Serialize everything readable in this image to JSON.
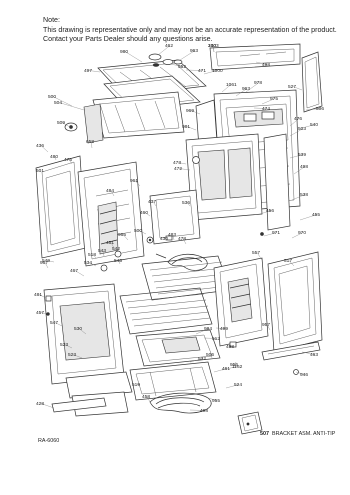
{
  "note": {
    "heading": "Note:",
    "line1": "This drawing is representative only and may not be an accurate representation of the product.",
    "line2": "Contact your Parts Dealer should any questions arise."
  },
  "footer": {
    "code": "RA-6060",
    "callout_number": "507",
    "callout_text": "BRACKET ASM. ANTI-TIP"
  },
  "part_labels": [
    "240",
    "462",
    "963",
    "980",
    "497",
    "552",
    "471",
    "1000",
    "498",
    "1061",
    "978",
    "500",
    "504",
    "963",
    "474",
    "975",
    "527",
    "981",
    "969",
    "506",
    "509",
    "476",
    "503",
    "540",
    "658",
    "473",
    "436",
    "480",
    "475",
    "501",
    "539",
    "472",
    "961",
    "498",
    "484",
    "437",
    "536",
    "538",
    "460",
    "455",
    "456",
    "500",
    "965",
    "451",
    "542",
    "543",
    "518",
    "549",
    "534",
    "545",
    "430",
    "971",
    "970",
    "483",
    "478",
    "467",
    "967",
    "557",
    "517",
    "481",
    "457",
    "547",
    "530",
    "523",
    "523",
    "498",
    "506",
    "463",
    "461",
    "519",
    "458",
    "1162",
    "524",
    "955",
    "428",
    "498",
    "499",
    "957",
    "946",
    "956",
    "512",
    "984",
    "532",
    "1003"
  ]
}
